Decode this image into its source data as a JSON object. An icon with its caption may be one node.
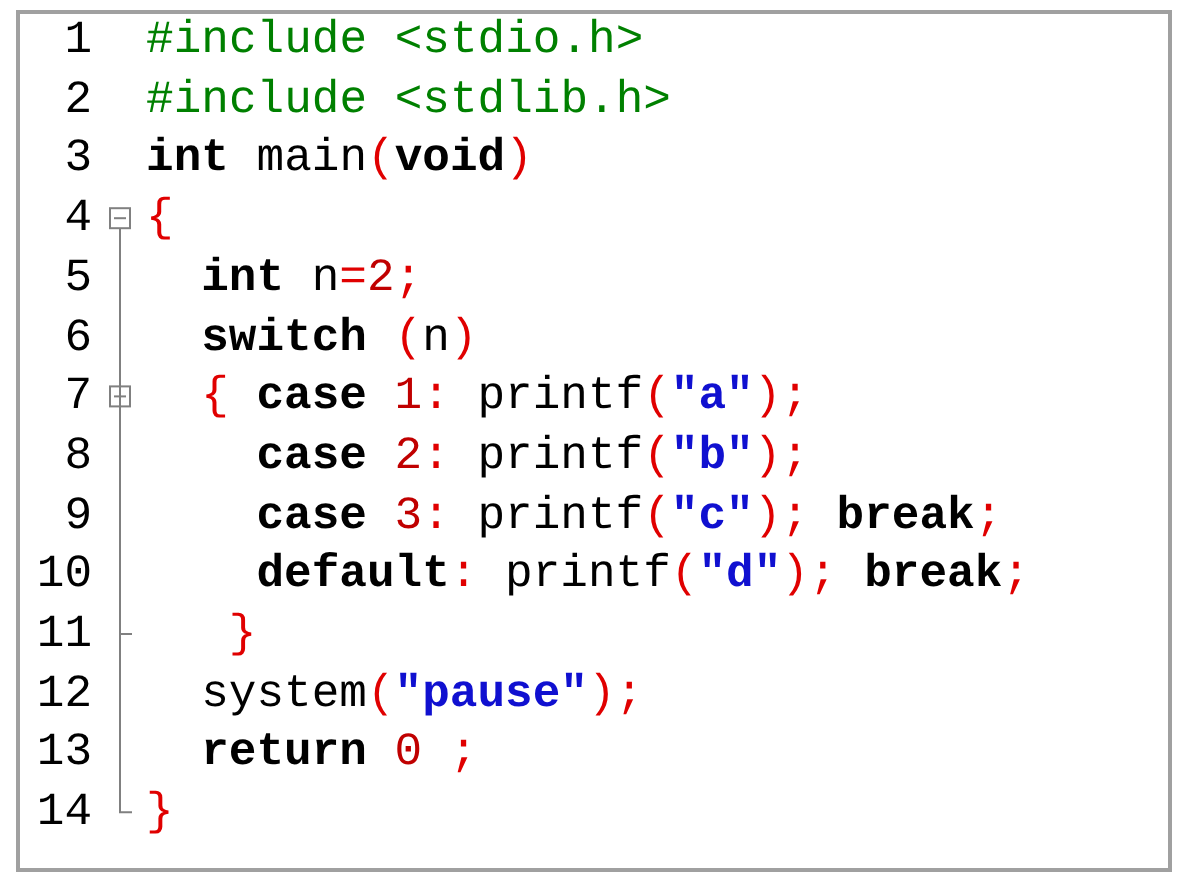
{
  "diagram": {
    "labels": [
      "1",
      "#include <stdio.h>",
      "2",
      "#include <stdlib.h>",
      "3",
      "**int** main(**void**)",
      "4",
      "{",
      "5",
      "**int** n=2;",
      "6",
      "**switch** (n)",
      "7",
      "{ **case** 1: printf(\"a\");",
      "8",
      "**case** 2: printf(\"b\");",
      "9",
      "**case** 3: printf(\"c\"); **break**;",
      "10",
      "**default**: printf(\"d\"); **break**;",
      "11",
      "}",
      "12",
      "system(\"pause\");",
      "13",
      "**return** 0 ;",
      "14",
      "}"
    ]
  }
}
